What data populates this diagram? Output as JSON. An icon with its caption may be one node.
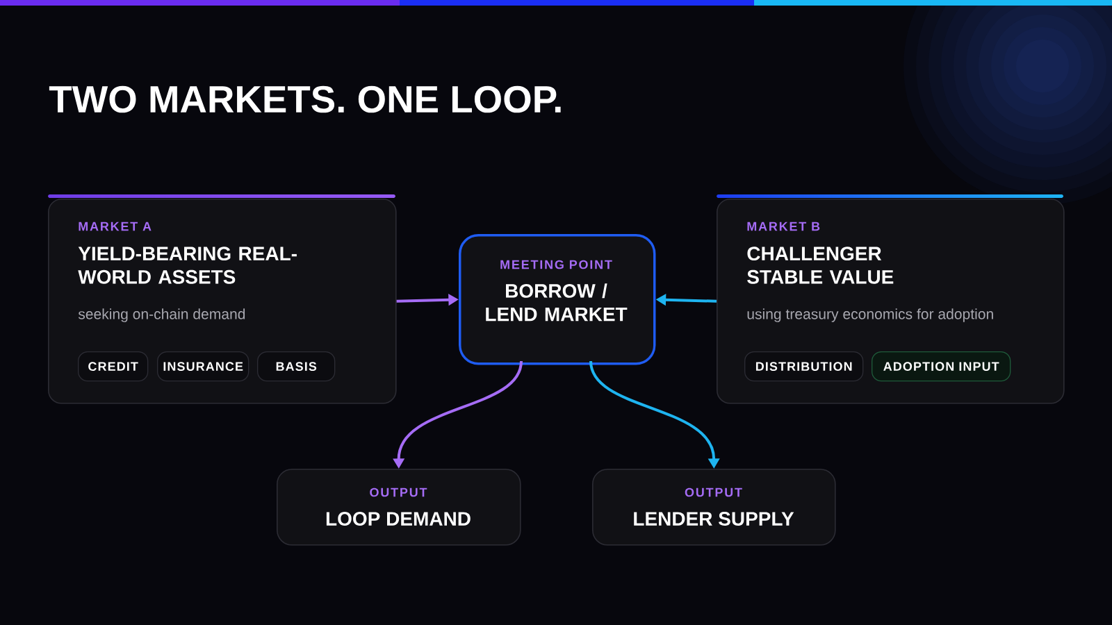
{
  "diagram": {
    "title": "TWO MARKETS. ONE LOOP.",
    "nodes": [
      {
        "text": [
          "MARKET A",
          "YIELD-BEARING REAL-WORLD ASSETS",
          "seeking on-chain demand"
        ]
      },
      {
        "text": [
          "CREDIT"
        ],
        "in": 0
      },
      {
        "text": [
          "INSURANCE"
        ],
        "in": 0
      },
      {
        "text": [
          "BASIS"
        ],
        "in": 0
      },
      {
        "text": [
          "MEETING POINT",
          "BORROW / LEND MARKET"
        ]
      },
      {
        "text": [
          "MARKET B",
          "CHALLENGER STABLE VALUE",
          "using treasury economics for adoption"
        ]
      },
      {
        "text": [
          "DISTRIBUTION"
        ],
        "in": 5
      },
      {
        "text": [
          "ADOPTION INPUT"
        ],
        "in": 5
      },
      {
        "text": [
          "OUTPUT",
          "LOOP DEMAND"
        ]
      },
      {
        "text": [
          "OUTPUT",
          "LENDER SUPPLY"
        ]
      }
    ],
    "edges": [
      {
        "from": 0,
        "to": 4,
        "arrow": "to",
        "color": "#a56cf5"
      },
      {
        "from": 5,
        "to": 4,
        "arrow": "to",
        "color": "#1eb4f0"
      },
      {
        "from": 4,
        "to": 8,
        "arrow": "to",
        "color": "#a56cf5"
      },
      {
        "from": 4,
        "to": 9,
        "arrow": "to",
        "color": "#1eb4f0"
      }
    ]
  }
}
